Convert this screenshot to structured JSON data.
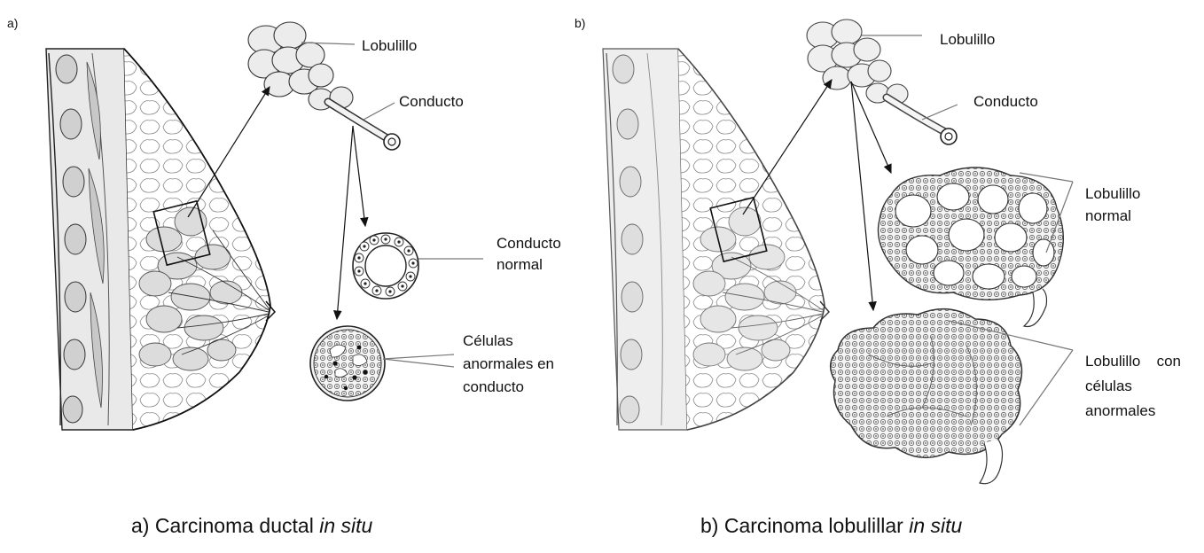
{
  "panel_a": {
    "tag": "a)",
    "labels": {
      "lobule": "Lobulillo",
      "duct": "Conducto",
      "normal_duct_line1": "Conducto",
      "normal_duct_line2": "normal",
      "abnormal_line1": "Células",
      "abnormal_line2": "anormales en",
      "abnormal_line3": "conducto"
    },
    "caption_plain": "a) Carcinoma ductal ",
    "caption_italic": "in situ"
  },
  "panel_b": {
    "tag": "b)",
    "labels": {
      "lobule": "Lobulillo",
      "duct": "Conducto",
      "normal_lobule_line1": "Lobulillo",
      "normal_lobule_line2": "normal",
      "abnormal_line1": "Lobulillo con",
      "abnormal_line2": "células",
      "abnormal_line3": "anormales"
    },
    "caption_plain": "b) Carcinoma lobulillar ",
    "caption_italic": "in situ"
  }
}
